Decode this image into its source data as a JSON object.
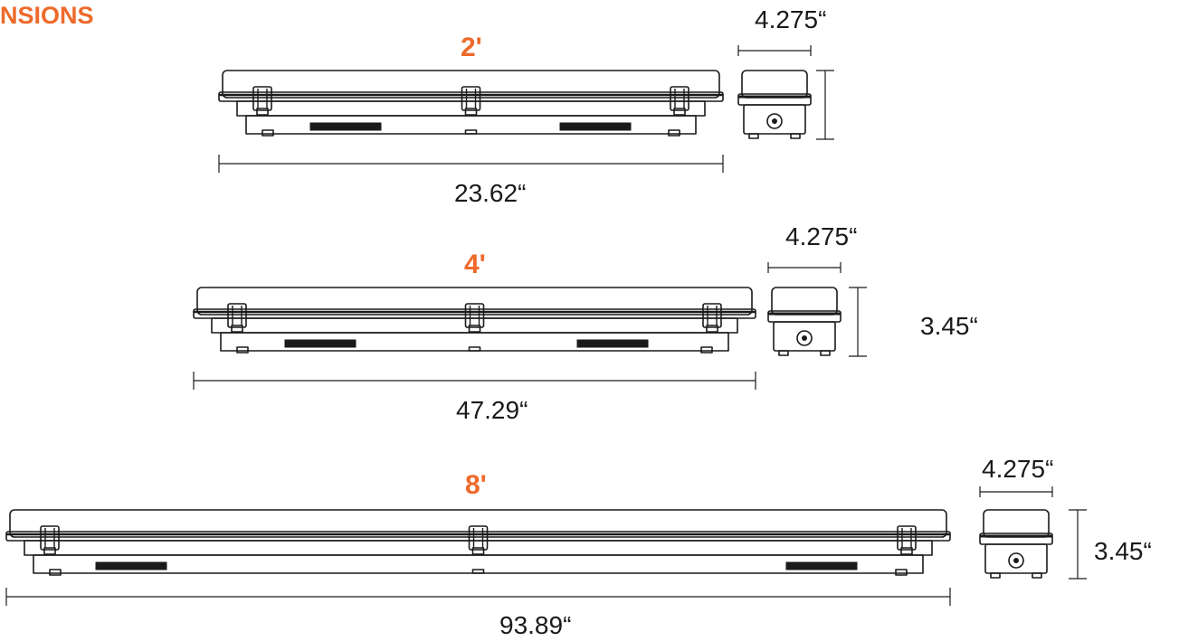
{
  "header": {
    "title": "NSIONS"
  },
  "accent_color": "#EE6A2A",
  "stroke_color": "#1a1a1a",
  "fixtures": [
    {
      "size_label": "2'",
      "length": "23.62“",
      "depth": "4.275“",
      "height": ""
    },
    {
      "size_label": "4'",
      "length": "47.29“",
      "depth": "4.275“",
      "height": "3.45“"
    },
    {
      "size_label": "8'",
      "length": "93.89“",
      "depth": "4.275“",
      "height": "3.45“"
    }
  ]
}
